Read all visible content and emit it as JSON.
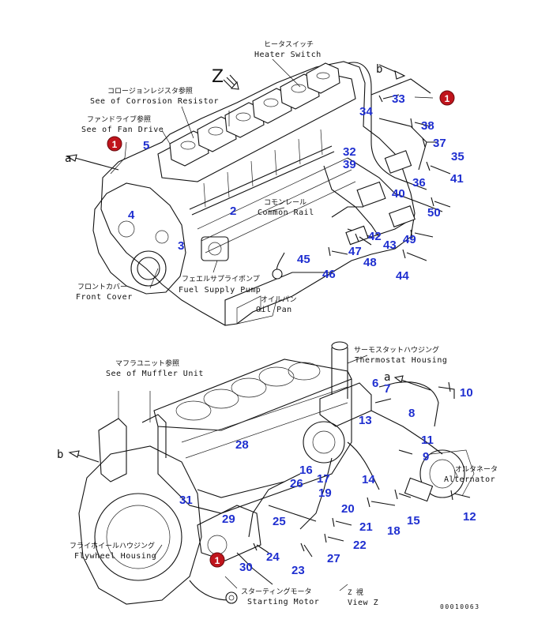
{
  "callouts": {
    "heater_switch": {
      "jp": "ヒータスイッチ",
      "en": "Heater Switch"
    },
    "corrosion_resistor": {
      "jp": "コロージョンレジスタ参照",
      "en": "See of Corrosion Resistor"
    },
    "fan_drive": {
      "jp": "ファンドライブ参照",
      "en": "See of Fan Drive"
    },
    "common_rail": {
      "jp": "コモンレール",
      "en": "Common Rail"
    },
    "front_cover": {
      "jp": "フロントカバー",
      "en": "Front Cover"
    },
    "fuel_supply_pump": {
      "jp": "フェエルサプライポンプ",
      "en": "Fuel Supply Pump"
    },
    "oil_pan": {
      "jp": "オイルパン",
      "en": "Oil Pan"
    },
    "muffler_unit": {
      "jp": "マフラユニット参照",
      "en": "See of Muffler Unit"
    },
    "thermostat_housing": {
      "jp": "サーモスタットハウジング",
      "en": "Thermostat Housing"
    },
    "alternator": {
      "jp": "オルタネータ",
      "en": "Alternator"
    },
    "flywheel_housing": {
      "jp": "フライホイールハウジング",
      "en": "Flywheel Housing"
    },
    "starting_motor": {
      "jp": "スターティングモータ",
      "en": "Starting Motor"
    },
    "view_z": {
      "jp": "Z 視",
      "en": "View Z"
    }
  },
  "view_letter": "Z",
  "connectors": {
    "a_top": "a",
    "b_top": "b",
    "a_bottom": "a",
    "b_bottom": "b"
  },
  "markers": {
    "circled": "1"
  },
  "part_numbers": {
    "top": [
      "33",
      "34",
      "38",
      "37",
      "35",
      "1",
      "5",
      "4",
      "2",
      "3",
      "32",
      "39",
      "36",
      "41",
      "40",
      "50",
      "42",
      "43",
      "49",
      "45",
      "47",
      "48",
      "46",
      "44"
    ],
    "bottom": [
      "6",
      "7",
      "10",
      "13",
      "8",
      "11",
      "9",
      "28",
      "16",
      "17",
      "14",
      "31",
      "26",
      "19",
      "20",
      "15",
      "12",
      "29",
      "25",
      "21",
      "18",
      "22",
      "24",
      "27",
      "30",
      "23"
    ]
  },
  "drawing_code": "00010063",
  "colors": {
    "part_number": "#1f2fd0",
    "marker": "#c0141c",
    "ink": "#111111"
  }
}
